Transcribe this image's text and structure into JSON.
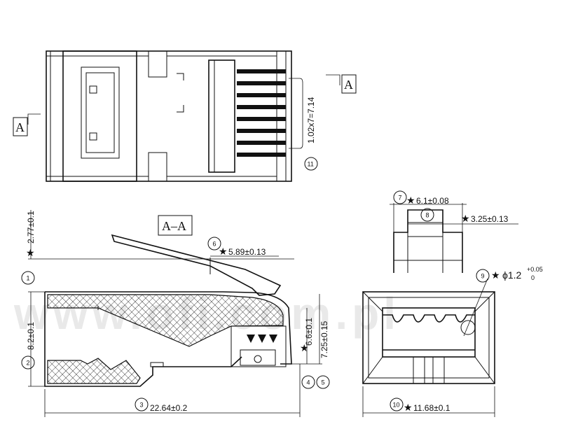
{
  "watermark": "www.ofi.com.pl",
  "section_labels": {
    "top_view_marker": "A",
    "section_title": "A–A"
  },
  "callouts": [
    {
      "num": "1",
      "text": ""
    },
    {
      "num": "2",
      "text": "8.2±0.1"
    },
    {
      "num": "3",
      "text": "22.64±0.2"
    },
    {
      "num": "4",
      "text": ""
    },
    {
      "num": "5",
      "text": ""
    },
    {
      "num": "6",
      "text": "5.89±0.13"
    },
    {
      "num": "7",
      "text": "6.1±0.08"
    },
    {
      "num": "8",
      "text": ""
    },
    {
      "num": "9",
      "text": "ϕ1.2"
    },
    {
      "num": "10",
      "text": "11.68±0.1"
    },
    {
      "num": "11",
      "text": ""
    }
  ],
  "dimensions": {
    "pitch": "1.02x7=7.14",
    "d_2_77": "2.77±0.1",
    "d_6_6": "6.6±0.1",
    "d_7_25": "7.25±0.15",
    "d_3_25": "3.25±0.13",
    "tol_upper": "+0.05",
    "tol_lower": "0"
  },
  "symbols": {
    "critical": "★"
  }
}
